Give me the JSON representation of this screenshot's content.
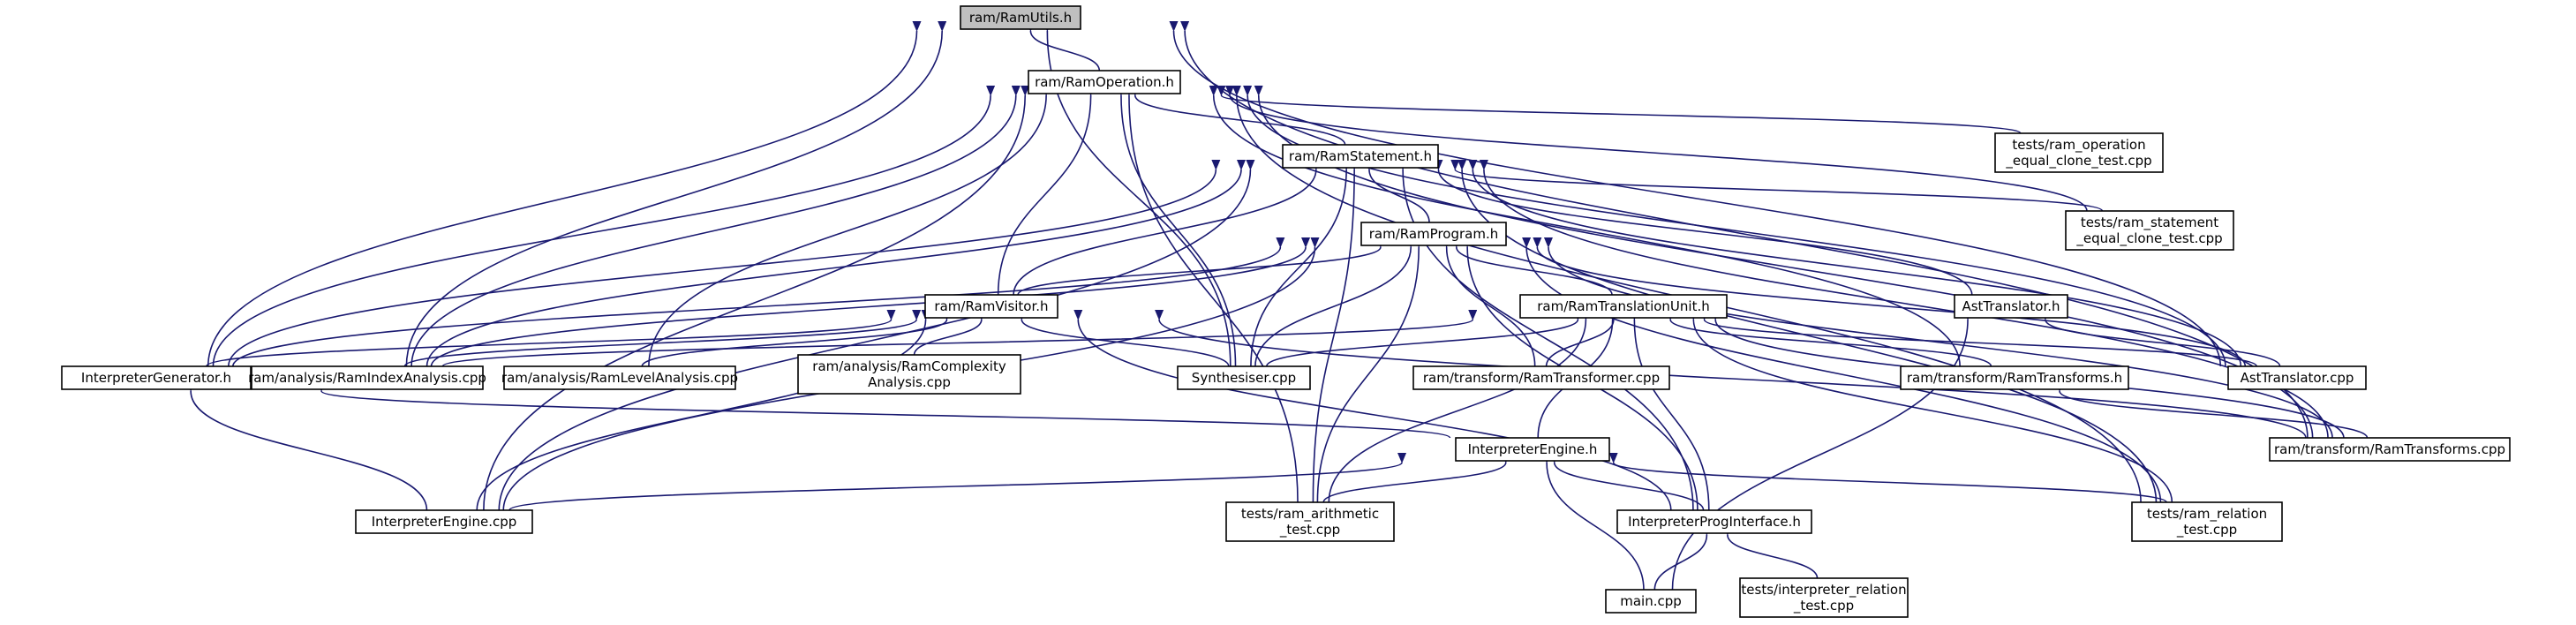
{
  "graph": {
    "edge_color": "#191970",
    "root_fill": "#bfbfbf",
    "node_fill": "#ffffff",
    "nodes": [
      {
        "id": "ram_utils_h",
        "lines": [
          "ram/RamUtils.h"
        ],
        "root": true
      },
      {
        "id": "ram_operation_h",
        "lines": [
          "ram/RamOperation.h"
        ]
      },
      {
        "id": "ram_statement_h",
        "lines": [
          "ram/RamStatement.h"
        ]
      },
      {
        "id": "test_op_equal_clone",
        "lines": [
          "tests/ram_operation",
          "_equal_clone_test.cpp"
        ]
      },
      {
        "id": "ram_program_h",
        "lines": [
          "ram/RamProgram.h"
        ]
      },
      {
        "id": "test_stmt_equal_clone",
        "lines": [
          "tests/ram_statement",
          "_equal_clone_test.cpp"
        ]
      },
      {
        "id": "ram_visitor_h",
        "lines": [
          "ram/RamVisitor.h"
        ]
      },
      {
        "id": "ram_translation_unit_h",
        "lines": [
          "ram/RamTranslationUnit.h"
        ]
      },
      {
        "id": "ast_translator_h",
        "lines": [
          "AstTranslator.h"
        ]
      },
      {
        "id": "interpreter_generator_h",
        "lines": [
          "InterpreterGenerator.h"
        ]
      },
      {
        "id": "ram_index_analysis",
        "lines": [
          "ram/analysis/RamIndexAnalysis.cpp"
        ]
      },
      {
        "id": "ram_level_analysis",
        "lines": [
          "ram/analysis/RamLevelAnalysis.cpp"
        ]
      },
      {
        "id": "ram_complexity_analysis",
        "lines": [
          "ram/analysis/RamComplexity",
          "Analysis.cpp"
        ]
      },
      {
        "id": "synthesiser_cpp",
        "lines": [
          "Synthesiser.cpp"
        ]
      },
      {
        "id": "ram_transformer_cpp",
        "lines": [
          "ram/transform/RamTransformer.cpp"
        ]
      },
      {
        "id": "ram_transforms_h",
        "lines": [
          "ram/transform/RamTransforms.h"
        ]
      },
      {
        "id": "ast_translator_cpp",
        "lines": [
          "AstTranslator.cpp"
        ]
      },
      {
        "id": "interpreter_engine_h",
        "lines": [
          "InterpreterEngine.h"
        ]
      },
      {
        "id": "ram_transforms_cpp",
        "lines": [
          "ram/transform/RamTransforms.cpp"
        ]
      },
      {
        "id": "interpreter_engine_cpp",
        "lines": [
          "InterpreterEngine.cpp"
        ]
      },
      {
        "id": "test_ram_arithmetic",
        "lines": [
          "tests/ram_arithmetic",
          "_test.cpp"
        ]
      },
      {
        "id": "interpreter_prog_interface_h",
        "lines": [
          "InterpreterProgInterface.h"
        ]
      },
      {
        "id": "test_ram_relation",
        "lines": [
          "tests/ram_relation",
          "_test.cpp"
        ]
      },
      {
        "id": "main_cpp",
        "lines": [
          "main.cpp"
        ]
      },
      {
        "id": "test_interpreter_relation",
        "lines": [
          "tests/interpreter_relation",
          "_test.cpp"
        ]
      }
    ],
    "edges": [
      [
        "ram_utils_h",
        "ram_operation_h"
      ],
      [
        "ram_utils_h",
        "interpreter_generator_h"
      ],
      [
        "ram_utils_h",
        "ram_index_analysis"
      ],
      [
        "ram_utils_h",
        "synthesiser_cpp"
      ],
      [
        "ram_utils_h",
        "ast_translator_cpp"
      ],
      [
        "ram_utils_h",
        "ram_transforms_cpp"
      ],
      [
        "ram_operation_h",
        "ram_statement_h"
      ],
      [
        "ram_operation_h",
        "test_op_equal_clone"
      ],
      [
        "ram_operation_h",
        "test_stmt_equal_clone"
      ],
      [
        "ram_operation_h",
        "ram_visitor_h"
      ],
      [
        "ram_operation_h",
        "interpreter_generator_h"
      ],
      [
        "ram_operation_h",
        "ram_index_analysis"
      ],
      [
        "ram_operation_h",
        "ram_level_analysis"
      ],
      [
        "ram_operation_h",
        "synthesiser_cpp"
      ],
      [
        "ram_operation_h",
        "ram_transforms_h"
      ],
      [
        "ram_operation_h",
        "ast_translator_cpp"
      ],
      [
        "ram_operation_h",
        "ram_transforms_cpp"
      ],
      [
        "ram_operation_h",
        "interpreter_engine_cpp"
      ],
      [
        "ram_operation_h",
        "test_ram_arithmetic"
      ],
      [
        "ram_operation_h",
        "test_ram_relation"
      ],
      [
        "ram_statement_h",
        "ram_program_h"
      ],
      [
        "ram_statement_h",
        "test_stmt_equal_clone"
      ],
      [
        "ram_statement_h",
        "ram_visitor_h"
      ],
      [
        "ram_statement_h",
        "ast_translator_h"
      ],
      [
        "ram_statement_h",
        "interpreter_generator_h"
      ],
      [
        "ram_statement_h",
        "ram_index_analysis"
      ],
      [
        "ram_statement_h",
        "synthesiser_cpp"
      ],
      [
        "ram_statement_h",
        "ast_translator_cpp"
      ],
      [
        "ram_statement_h",
        "ram_transforms_cpp"
      ],
      [
        "ram_statement_h",
        "interpreter_engine_cpp"
      ],
      [
        "ram_statement_h",
        "test_ram_arithmetic"
      ],
      [
        "ram_statement_h",
        "interpreter_prog_interface_h"
      ],
      [
        "ram_statement_h",
        "test_ram_relation"
      ],
      [
        "ram_program_h",
        "ram_visitor_h"
      ],
      [
        "ram_program_h",
        "ram_translation_unit_h"
      ],
      [
        "ram_program_h",
        "interpreter_generator_h"
      ],
      [
        "ram_program_h",
        "ram_index_analysis"
      ],
      [
        "ram_program_h",
        "synthesiser_cpp"
      ],
      [
        "ram_program_h",
        "ram_transformer_cpp"
      ],
      [
        "ram_program_h",
        "ast_translator_cpp"
      ],
      [
        "ram_program_h",
        "ram_transforms_cpp"
      ],
      [
        "ram_program_h",
        "interpreter_engine_cpp"
      ],
      [
        "ram_program_h",
        "test_ram_arithmetic"
      ],
      [
        "ram_program_h",
        "interpreter_prog_interface_h"
      ],
      [
        "ram_program_h",
        "test_ram_relation"
      ],
      [
        "ram_visitor_h",
        "interpreter_generator_h"
      ],
      [
        "ram_visitor_h",
        "ram_index_analysis"
      ],
      [
        "ram_visitor_h",
        "ram_level_analysis"
      ],
      [
        "ram_visitor_h",
        "ram_complexity_analysis"
      ],
      [
        "ram_visitor_h",
        "synthesiser_cpp"
      ],
      [
        "ram_visitor_h",
        "ram_transforms_cpp"
      ],
      [
        "ram_visitor_h",
        "interpreter_engine_cpp"
      ],
      [
        "ram_visitor_h",
        "interpreter_prog_interface_h"
      ],
      [
        "ram_translation_unit_h",
        "ram_index_analysis"
      ],
      [
        "ram_translation_unit_h",
        "synthesiser_cpp"
      ],
      [
        "ram_translation_unit_h",
        "ram_transformer_cpp"
      ],
      [
        "ram_translation_unit_h",
        "ram_transforms_h"
      ],
      [
        "ram_translation_unit_h",
        "ast_translator_cpp"
      ],
      [
        "ram_translation_unit_h",
        "ram_transforms_cpp"
      ],
      [
        "ram_translation_unit_h",
        "interpreter_engine_h"
      ],
      [
        "ram_translation_unit_h",
        "test_ram_arithmetic"
      ],
      [
        "ram_translation_unit_h",
        "interpreter_prog_interface_h"
      ],
      [
        "ram_translation_unit_h",
        "test_ram_relation"
      ],
      [
        "ast_translator_h",
        "ast_translator_cpp"
      ],
      [
        "ast_translator_h",
        "main_cpp"
      ],
      [
        "interpreter_generator_h",
        "interpreter_engine_h"
      ],
      [
        "interpreter_generator_h",
        "interpreter_engine_cpp"
      ],
      [
        "ram_transforms_h",
        "ram_transforms_cpp"
      ],
      [
        "interpreter_engine_h",
        "interpreter_engine_cpp"
      ],
      [
        "interpreter_engine_h",
        "test_ram_arithmetic"
      ],
      [
        "interpreter_engine_h",
        "interpreter_prog_interface_h"
      ],
      [
        "interpreter_engine_h",
        "test_ram_relation"
      ],
      [
        "interpreter_engine_h",
        "main_cpp"
      ],
      [
        "interpreter_prog_interface_h",
        "main_cpp"
      ],
      [
        "interpreter_prog_interface_h",
        "test_interpreter_relation"
      ]
    ]
  }
}
